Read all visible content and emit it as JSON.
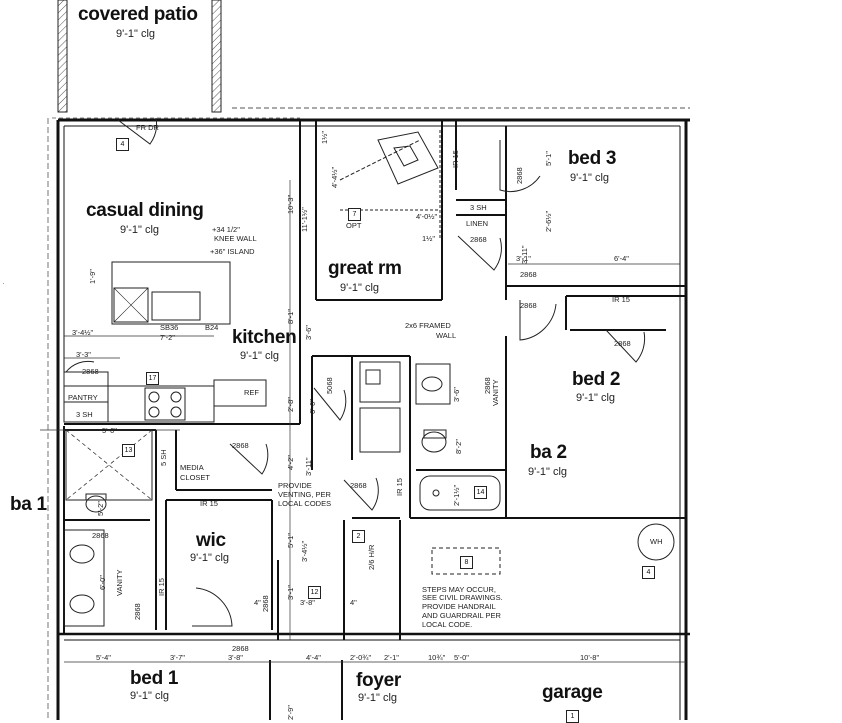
{
  "rooms": {
    "covered_patio": {
      "name": "covered patio",
      "clg": "9'-1\" clg"
    },
    "casual_dining": {
      "name": "casual dining",
      "clg": "9'-1\" clg"
    },
    "great_rm": {
      "name": "great rm",
      "clg": "9'-1\" clg"
    },
    "bed3": {
      "name": "bed 3",
      "clg": "9'-1\" clg"
    },
    "kitchen": {
      "name": "kitchen",
      "clg": "9'-1\" clg"
    },
    "bed2": {
      "name": "bed 2",
      "clg": "9'-1\" clg"
    },
    "ba2": {
      "name": "ba 2",
      "clg": "9'-1\" clg"
    },
    "ba1": {
      "name": "ba 1"
    },
    "wic": {
      "name": "wic",
      "clg": "9'-1\" clg"
    },
    "bed1": {
      "name": "bed 1",
      "clg": "9'-1\" clg"
    },
    "foyer": {
      "name": "foyer",
      "clg": "9'-1\" clg"
    },
    "garage": {
      "name": "garage"
    }
  },
  "notes": {
    "knee_wall": "+34 1/2\"",
    "knee_wall2": "KNEE WALL",
    "island": "+36\" ISLAND",
    "sb36": "SB36",
    "b24": "B24",
    "kitchen_width": "7'-2\"",
    "pantry": "PANTRY",
    "three_sh_pantry": "3 SH",
    "ref": "REF",
    "media_closet1": "MEDIA",
    "media_closet2": "CLOSET",
    "provide_venting1": "PROVIDE",
    "provide_venting2": "VENTING, PER",
    "provide_venting3": "LOCAL CODES",
    "framed_wall1": "2x6 FRAMED",
    "framed_wall2": "WALL",
    "steps1": "STEPS MAY OCCUR,",
    "steps2": "SEE CIVIL DRAWINGS.",
    "steps3": "PROVIDE HANDRAIL",
    "steps4": "AND GUARDRAIL PER",
    "steps5": "LOCAL CODE.",
    "linen": "LINEN",
    "three_sh_bed3": "3 SH",
    "ir15_bed2": "IR 15",
    "ir15_wic": "IR 15",
    "ir15_bed3": "IR 15",
    "ir15_ba2": "IR 15",
    "ir15_wic_side": "IR 15",
    "opt": "OPT",
    "vanity_ba2": "VANITY",
    "vanity_ba1": "VANITY",
    "five_sh": "5 SH",
    "wh": "WH",
    "fr_dr": "FR DR"
  },
  "doors": {
    "d_2868_a": "2868",
    "d_2868_b": "2868",
    "d_2868_c": "2868",
    "d_2868_d": "2868",
    "d_2868_e": "2868",
    "d_2868_f": "2868",
    "d_2868_g": "2868",
    "d_2868_h": "2868",
    "d_2868_i": "2868",
    "d_2868_j": "2868",
    "d_2868_k": "2868",
    "d_2868_l": "2868",
    "d_5068": "5068",
    "d_2868_patio": "2868",
    "d_2668": "2/6 H/R"
  },
  "dimensions": {
    "d_3_4half": "3'-4½\"",
    "d_3_3": "3'-3\"",
    "d_5_0": "5'-0\"",
    "d_5_4": "5'-4\"",
    "d_3_7": "3'-7\"",
    "d_3_8": "3'-8\"",
    "d_4_4": "4'-4\"",
    "d_2_0_3q": "2'-0¾\"",
    "d_2_1": "2'-1\"",
    "d_10_3q": "10¾\"",
    "d_5_0b": "5'-0\"",
    "d_10_8": "10'-8\"",
    "d_3_8b": "3'-8\"",
    "d_4": "4\"",
    "d_4b": "4\"",
    "d_3_1": "3'-1\"",
    "d_6_4": "6'-4\"",
    "d_4_0half": "4'-0½\"",
    "d_1_half": "1½\"",
    "d_3_11": "3'-11\"",
    "d_5_1": "5'-1\"",
    "d_2_6half": "2'-6½\"",
    "d_1_9": "1'-9\"",
    "d_4_4half": "4'-4½\"",
    "d_10_3": "10'-3\"",
    "d_11_1half": "11'-1½\"",
    "d_8_1": "8'-1\"",
    "d_3_6": "3'-6\"",
    "d_2_8": "2'-8\"",
    "d_4_2": "4'-2\"",
    "d_3_11b": "3'-11\"",
    "d_6_0": "6'-0\"",
    "d_6_0b": "6'-0\"",
    "d_3_6b": "3'-6\"",
    "d_8_2": "8'-2\"",
    "d_2_1half": "2'-1½\"",
    "d_5_1b": "5'-1\"",
    "d_3_4half_b": "3'-4½\"",
    "d_3_1b": "3'-1\"",
    "d_5_2": "5'-2\"",
    "d_2_9": "2'-9\"",
    "d_1_half_b": "1½\""
  },
  "tags": {
    "t1": "4",
    "t2": "7",
    "t3": "17",
    "t4": "13",
    "t5": "14",
    "t6": "2",
    "t7": "12",
    "t8": "8",
    "t9": "4",
    "t10": "1"
  }
}
